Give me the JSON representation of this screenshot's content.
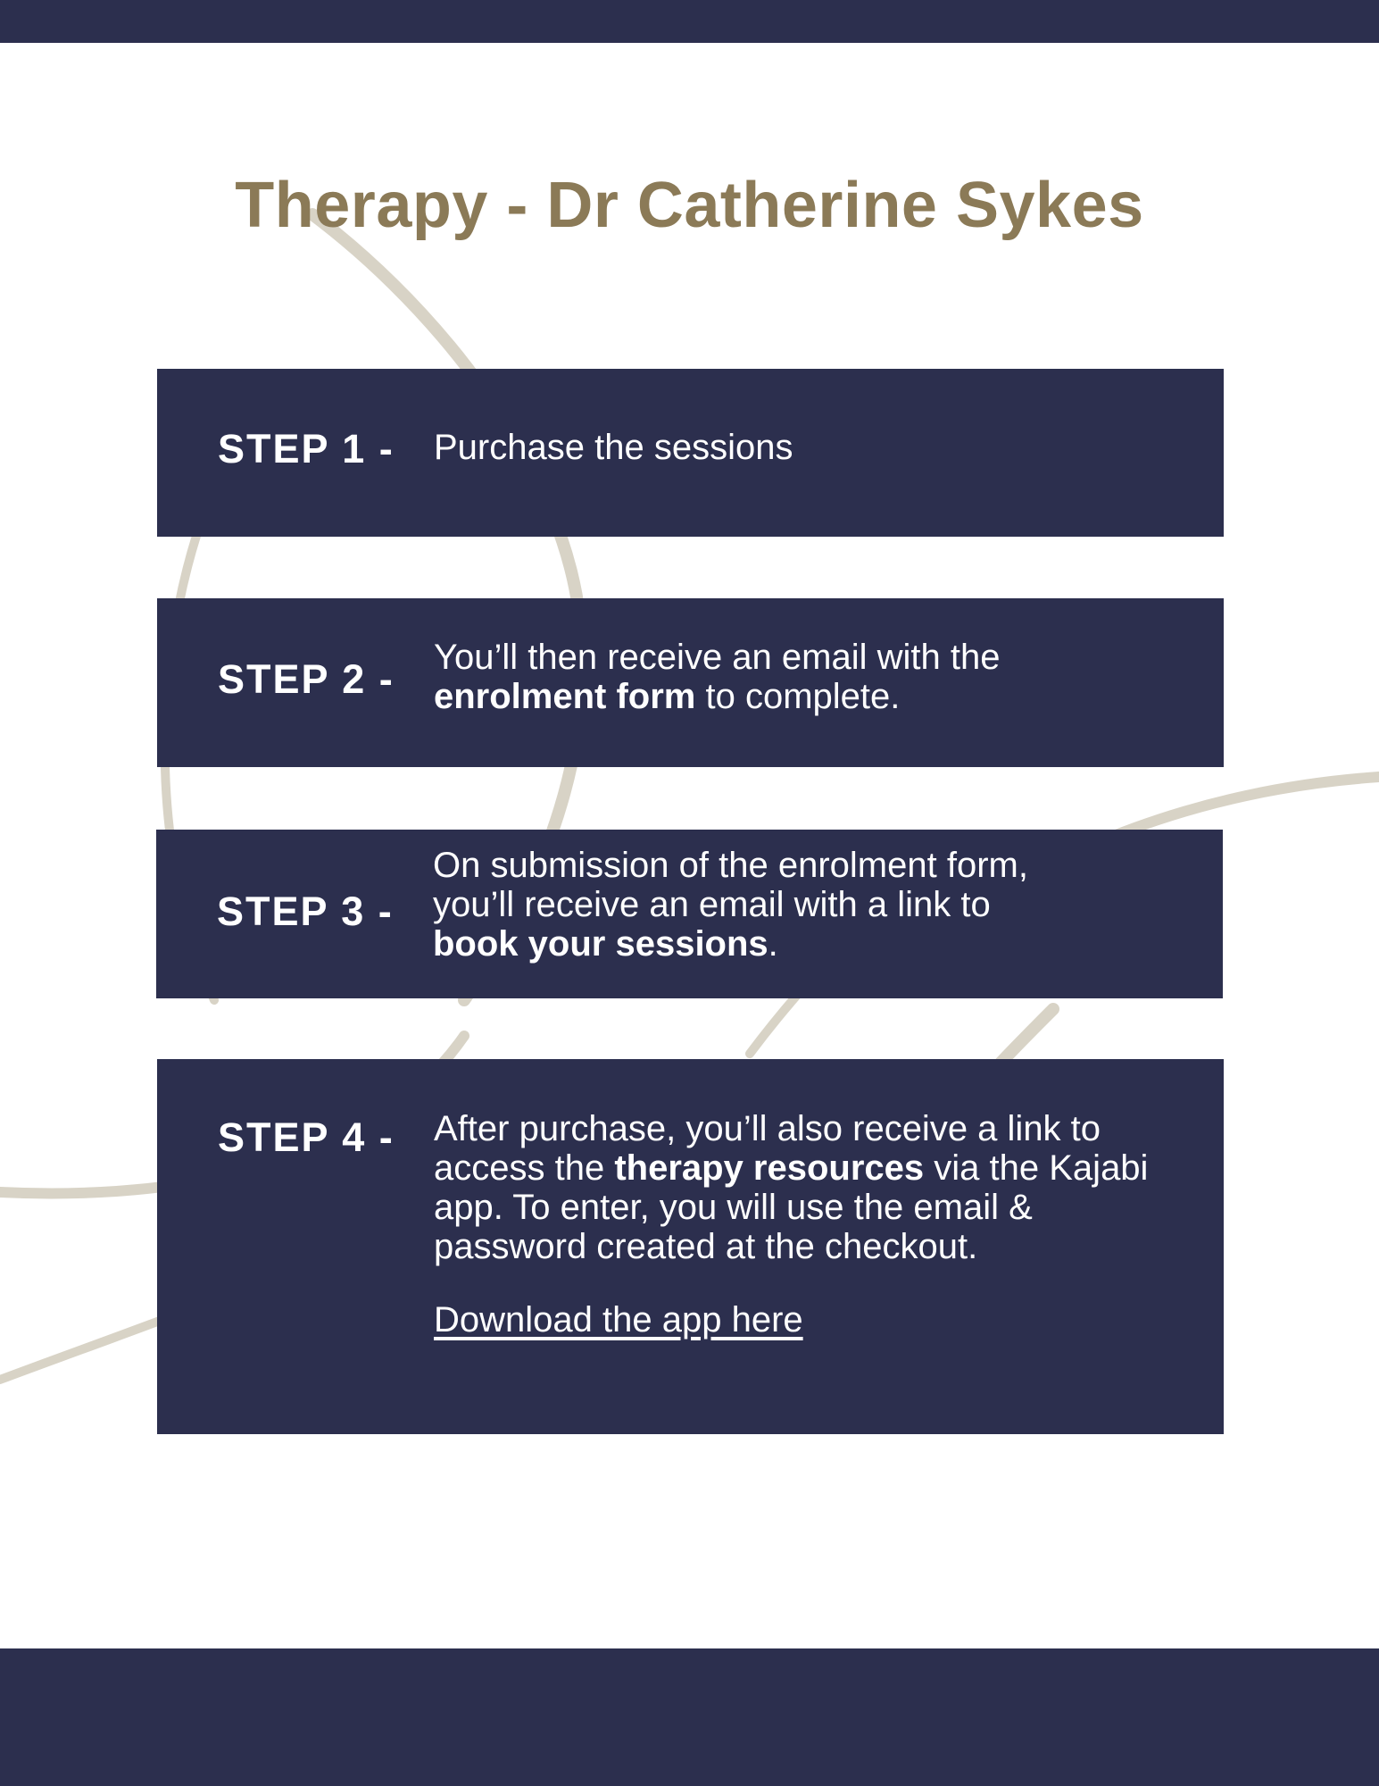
{
  "title": "Therapy - Dr Catherine Sykes",
  "colors": {
    "navy": "#2c2f4e",
    "gold": "#8b7a57",
    "swirl": "#d8d3c6",
    "white": "#ffffff"
  },
  "steps": [
    {
      "label": "STEP 1 -",
      "text": "Purchase the sessions"
    },
    {
      "label": "STEP 2 -",
      "line1": "You’ll then receive an email with the",
      "bold": "enrolment form",
      "after": " to complete."
    },
    {
      "label": "STEP 3 -",
      "line1": "On submission of the enrolment form,",
      "line2": "you’ll receive an email with a link to",
      "bold": "book your sessions",
      "after": "."
    },
    {
      "label": "STEP 4 -",
      "before": "After purchase, you’ll also receive a link to access the ",
      "bold": "therapy resources",
      "after": " via the Kajabi app. To enter, you will use the email & password created at the checkout.",
      "link": "Download the app here"
    }
  ]
}
